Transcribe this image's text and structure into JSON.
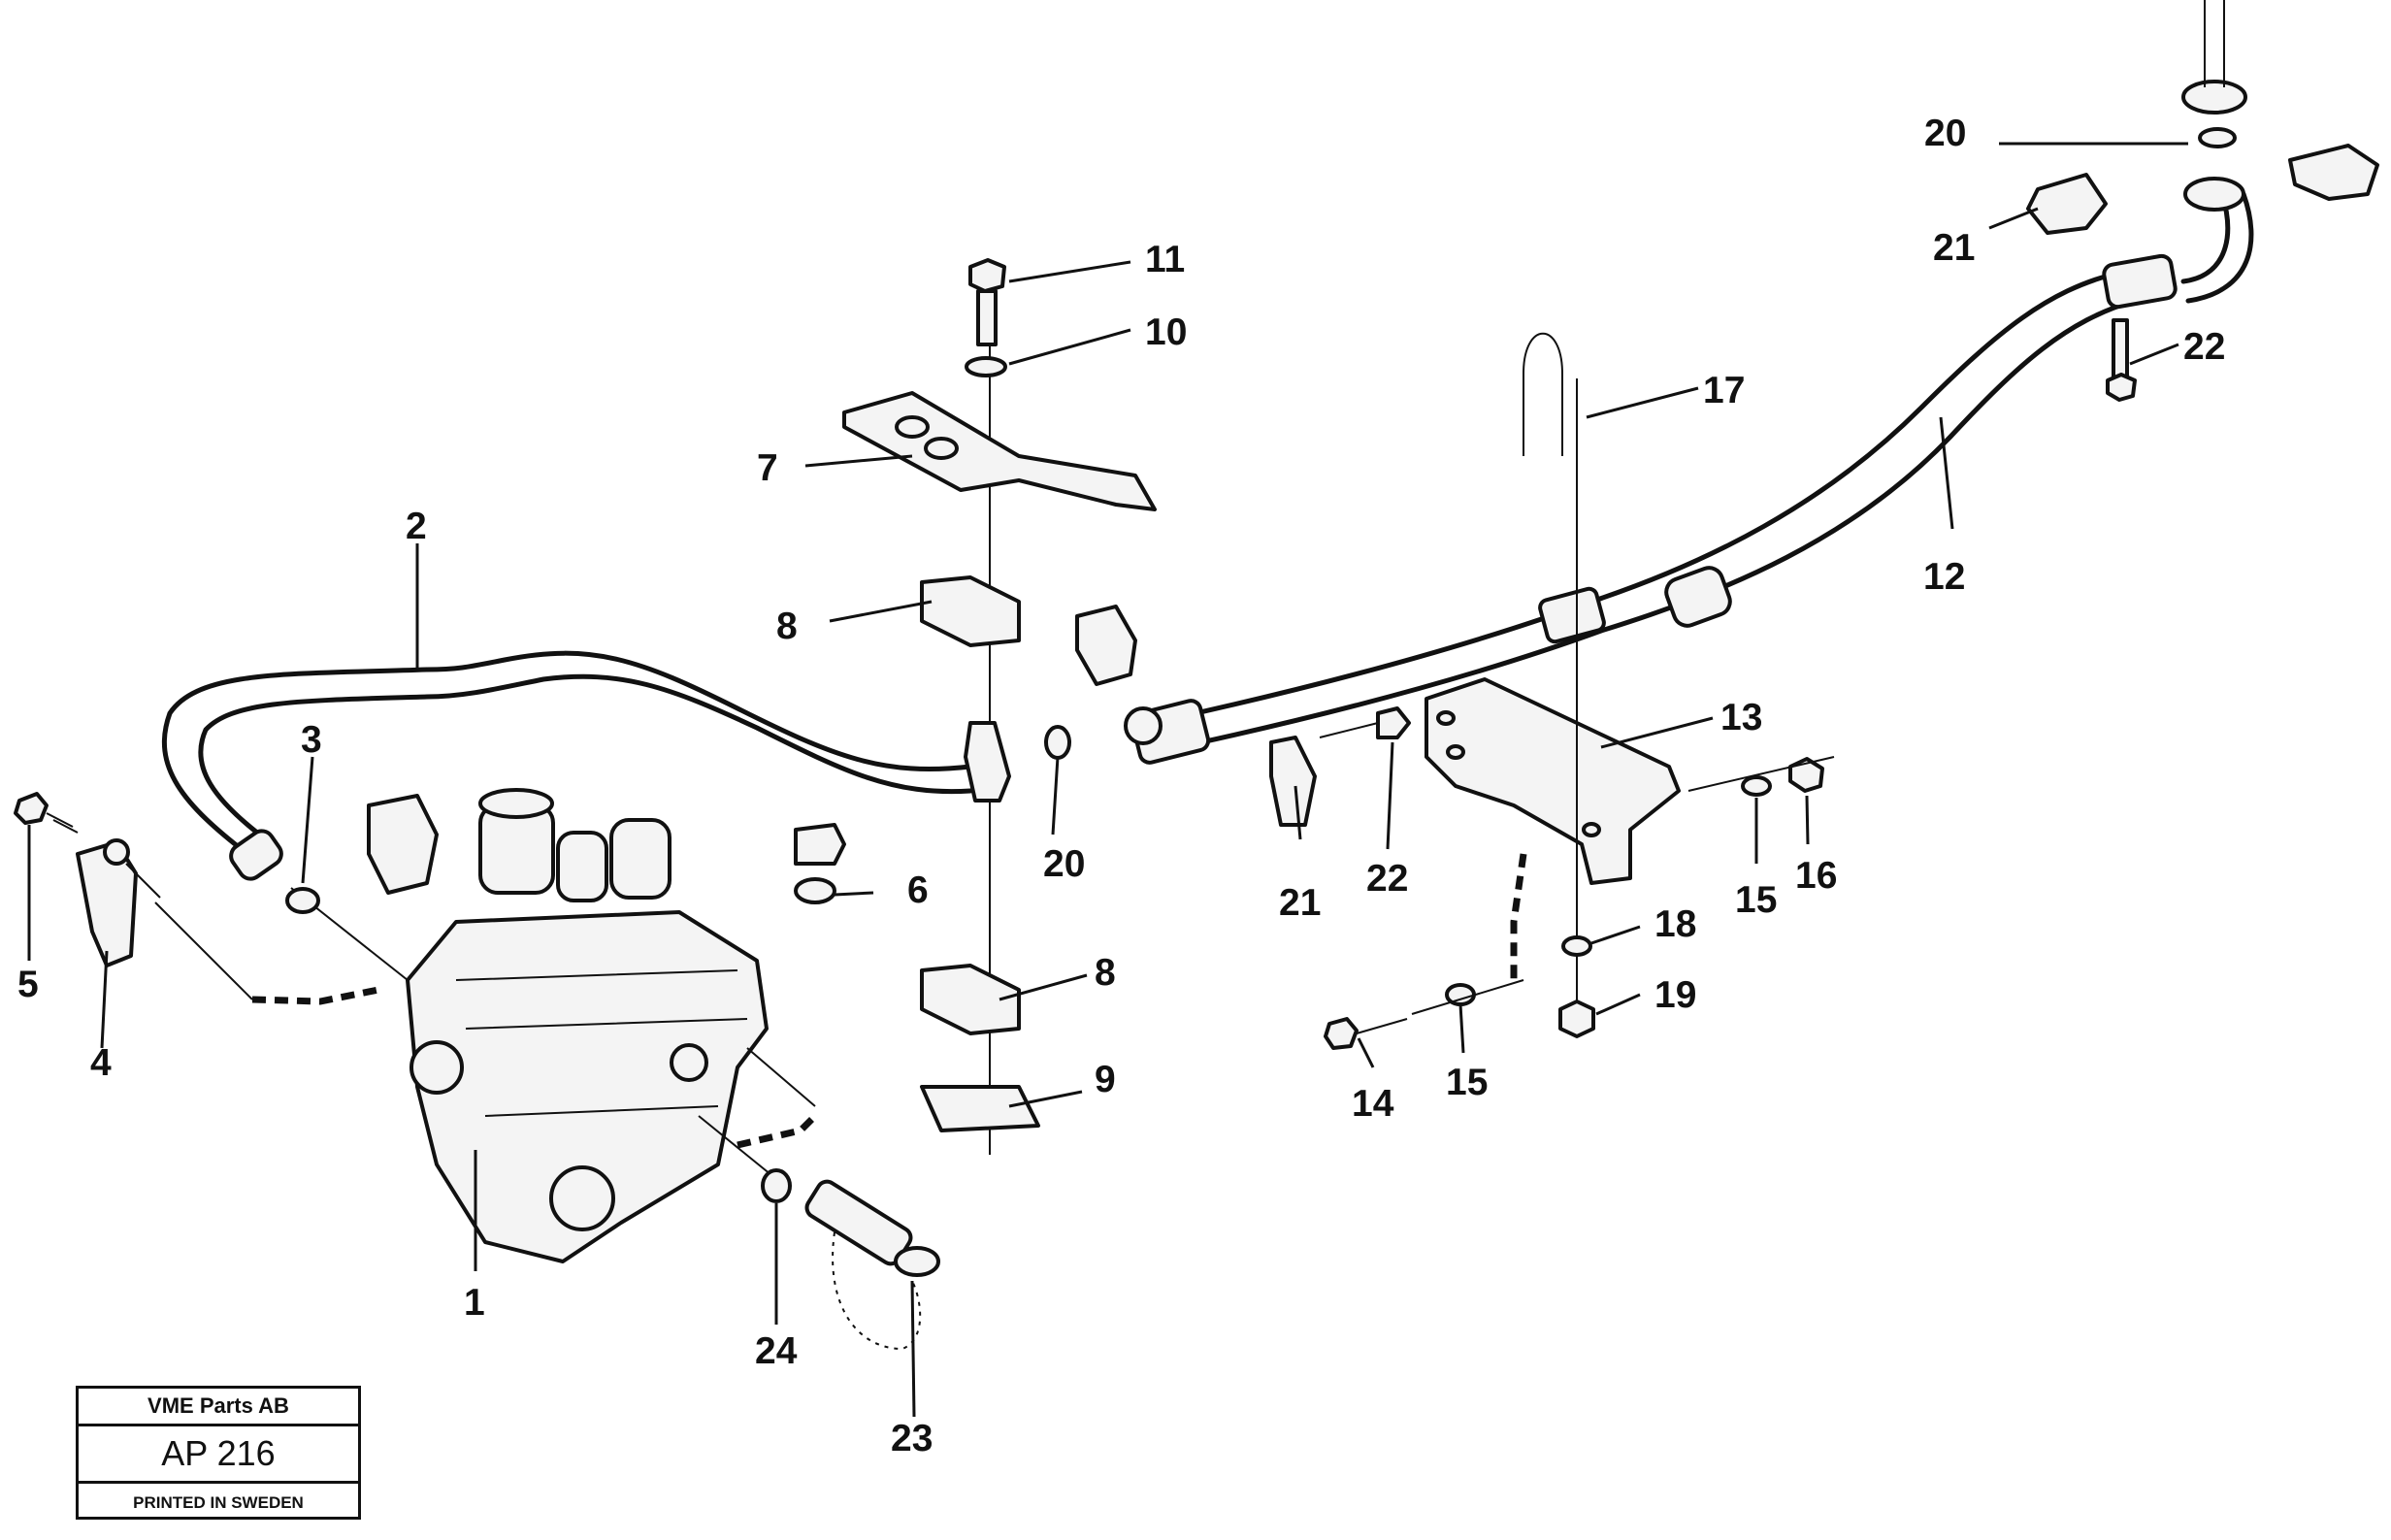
{
  "callouts": {
    "c1": "1",
    "c2": "2",
    "c3": "3",
    "c4": "4",
    "c5": "5",
    "c6": "6",
    "c7": "7",
    "c8a": "8",
    "c8b": "8",
    "c9": "9",
    "c10": "10",
    "c11": "11",
    "c12": "12",
    "c13": "13",
    "c14": "14",
    "c15a": "15",
    "c15b": "15",
    "c16": "16",
    "c17": "17",
    "c18": "18",
    "c19": "19",
    "c20a": "20",
    "c20b": "20",
    "c21a": "21",
    "c21b": "21",
    "c22a": "22",
    "c22b": "22",
    "c23": "23",
    "c24": "24"
  },
  "title_block": {
    "company": "VME Parts AB",
    "code": "AP 216",
    "printed": "PRINTED IN SWEDEN"
  }
}
